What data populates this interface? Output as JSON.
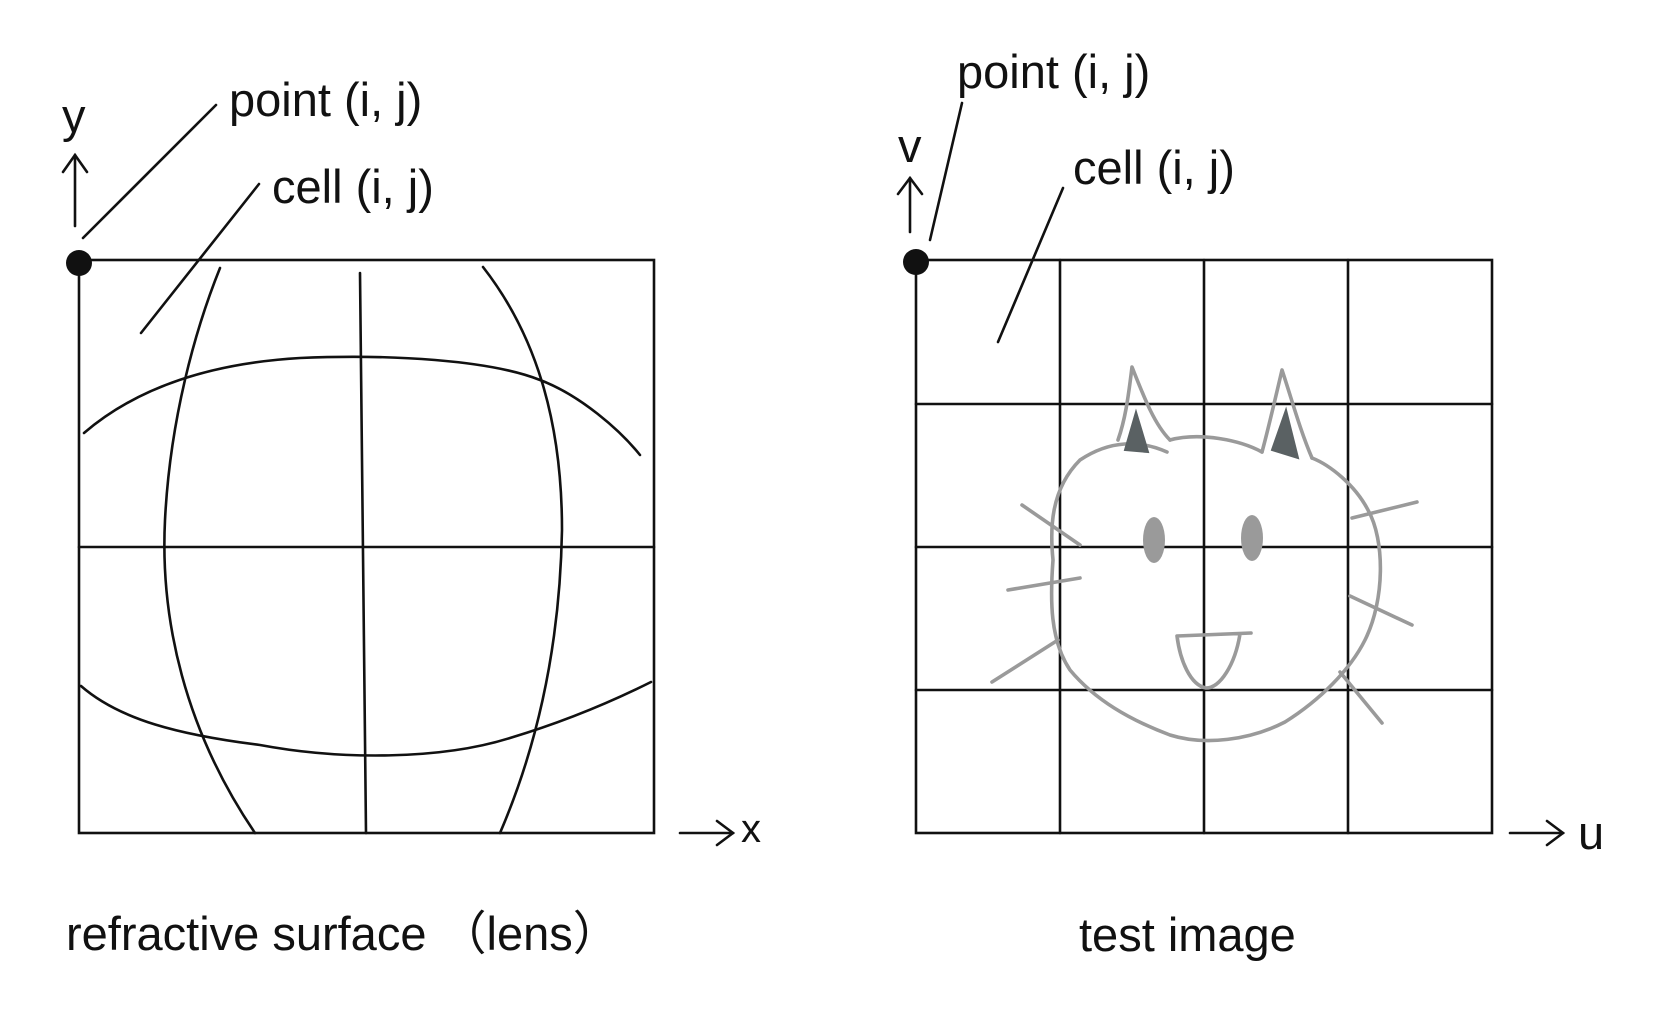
{
  "left_panel": {
    "axis_y": "y",
    "axis_x": "x",
    "point_label": "point (i, j)",
    "cell_label": "cell (i, j)",
    "caption": "refractive surface （lens）"
  },
  "right_panel": {
    "axis_v": "v",
    "axis_u": "u",
    "point_label": "point (i, j)",
    "cell_label": "cell (i, j)",
    "caption": "test image"
  },
  "colors": {
    "line": "#111111",
    "cat": "#9a9a9a",
    "cat_ear_inner": "#5a6163",
    "background": "#ffffff"
  }
}
